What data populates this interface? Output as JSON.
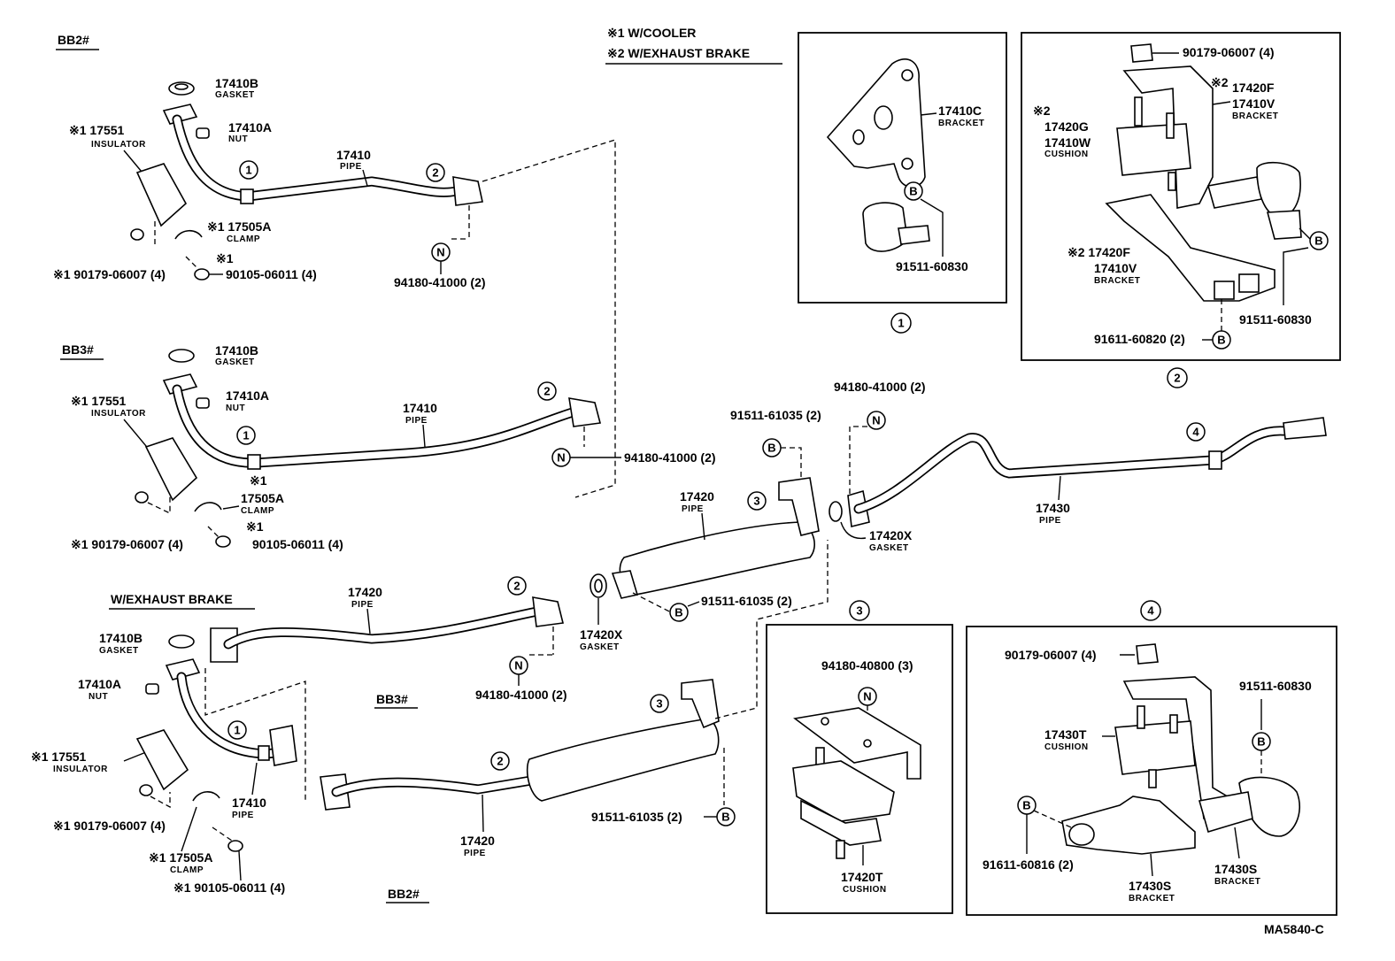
{
  "notes": {
    "note1": "※1  W/COOLER",
    "note2": "※2  W/EXHAUST BRAKE"
  },
  "sections": {
    "bb2_top": "BB2#",
    "bb3_mid": "BB3#",
    "exhaust_brake": "W/EXHAUST BRAKE",
    "bb3_low": "BB3#",
    "bb2_low": "BB2#"
  },
  "callout_symbols": {
    "one": "1",
    "two": "2",
    "three": "3",
    "four": "4",
    "b": "B",
    "n": "N"
  },
  "labels": {
    "s1": {
      "gasket_no": "17410B",
      "gasket_name": "GASKET",
      "nut_no": "17410A",
      "nut_name": "NUT",
      "ins_no": "※1 17551",
      "ins_name": "INSULATOR",
      "pipe_no": "17410",
      "pipe_name": "PIPE",
      "clamp_no": "※1 17505A",
      "clamp_name": "CLAMP",
      "bolt_mark": "※1",
      "nut2": "※1 90179-06007 (4)",
      "bolt": "90105-06011 (4)",
      "nut3": "94180-41000 (2)"
    },
    "s2": {
      "gasket_no": "17410B",
      "gasket_name": "GASKET",
      "nut_no": "17410A",
      "nut_name": "NUT",
      "ins_no": "※1 17551",
      "ins_name": "INSULATOR",
      "pipe_no": "17410",
      "pipe_name": "PIPE",
      "clamp_mark": "※1",
      "clamp_no": "17505A",
      "clamp_name": "CLAMP",
      "bolt_mark": "※1",
      "nut2": "※1 90179-06007 (4)",
      "bolt": "90105-06011 (4)",
      "nut3": "94180-41000 (2)"
    },
    "s3": {
      "gasket_no": "17410B",
      "gasket_name": "GASKET",
      "nut_no": "17410A",
      "nut_name": "NUT",
      "ins_no": "※1 17551",
      "ins_name": "INSULATOR",
      "pipe1_no": "17420",
      "pipe1_name": "PIPE",
      "pipe2_no": "17410",
      "pipe2_name": "PIPE",
      "clamp_no": "※1 17505A",
      "clamp_name": "CLAMP",
      "nut2": "※1 90179-06007 (4)",
      "bolt": "※1 90105-06011 (4)",
      "nut3": "94180-41000 (2)",
      "pipe3_no": "17420",
      "pipe3_name": "PIPE",
      "bolt2": "91511-61035 (2)"
    },
    "center": {
      "gasket1_no": "17420X",
      "gasket1_name": "GASKET",
      "muffler_no": "17420",
      "muffler_name": "PIPE",
      "bolt_b": "91511-61035 (2)",
      "bolt_top": "91511-61035 (2)",
      "nut_top": "94180-41000 (2)",
      "gasket2_no": "17420X",
      "gasket2_name": "GASKET",
      "tail_no": "17430",
      "tail_name": "PIPE"
    },
    "box1": {
      "bracket_no": "17410C",
      "bracket_name": "BRACKET",
      "bolt": "91511-60830"
    },
    "box2": {
      "nut": "90179-06007 (4)",
      "mark_a": "※2",
      "f_no": "17420F",
      "v_no": "17410V",
      "v_name": "BRACKET",
      "mark_b": "※2",
      "g_no": "17420G",
      "w_no": "17410W",
      "w_name": "CUSHION",
      "f2_no": "※2 17420F",
      "v2_no": "17410V",
      "v2_name": "BRACKET",
      "bolt": "91511-60830",
      "bolt2": "91611-60820 (2)"
    },
    "box3": {
      "nut": "94180-40800 (3)",
      "cushion_no": "17420T",
      "cushion_name": "CUSHION"
    },
    "box4": {
      "nut": "90179-06007 (4)",
      "bolt": "91511-60830",
      "cushion_no": "17430T",
      "cushion_name": "CUSHION",
      "bolt2": "91611-60816 (2)",
      "br1_no": "17430S",
      "br1_name": "BRACKET",
      "br2_no": "17430S",
      "br2_name": "BRACKET"
    }
  },
  "drawing_code": "MA5840-C"
}
